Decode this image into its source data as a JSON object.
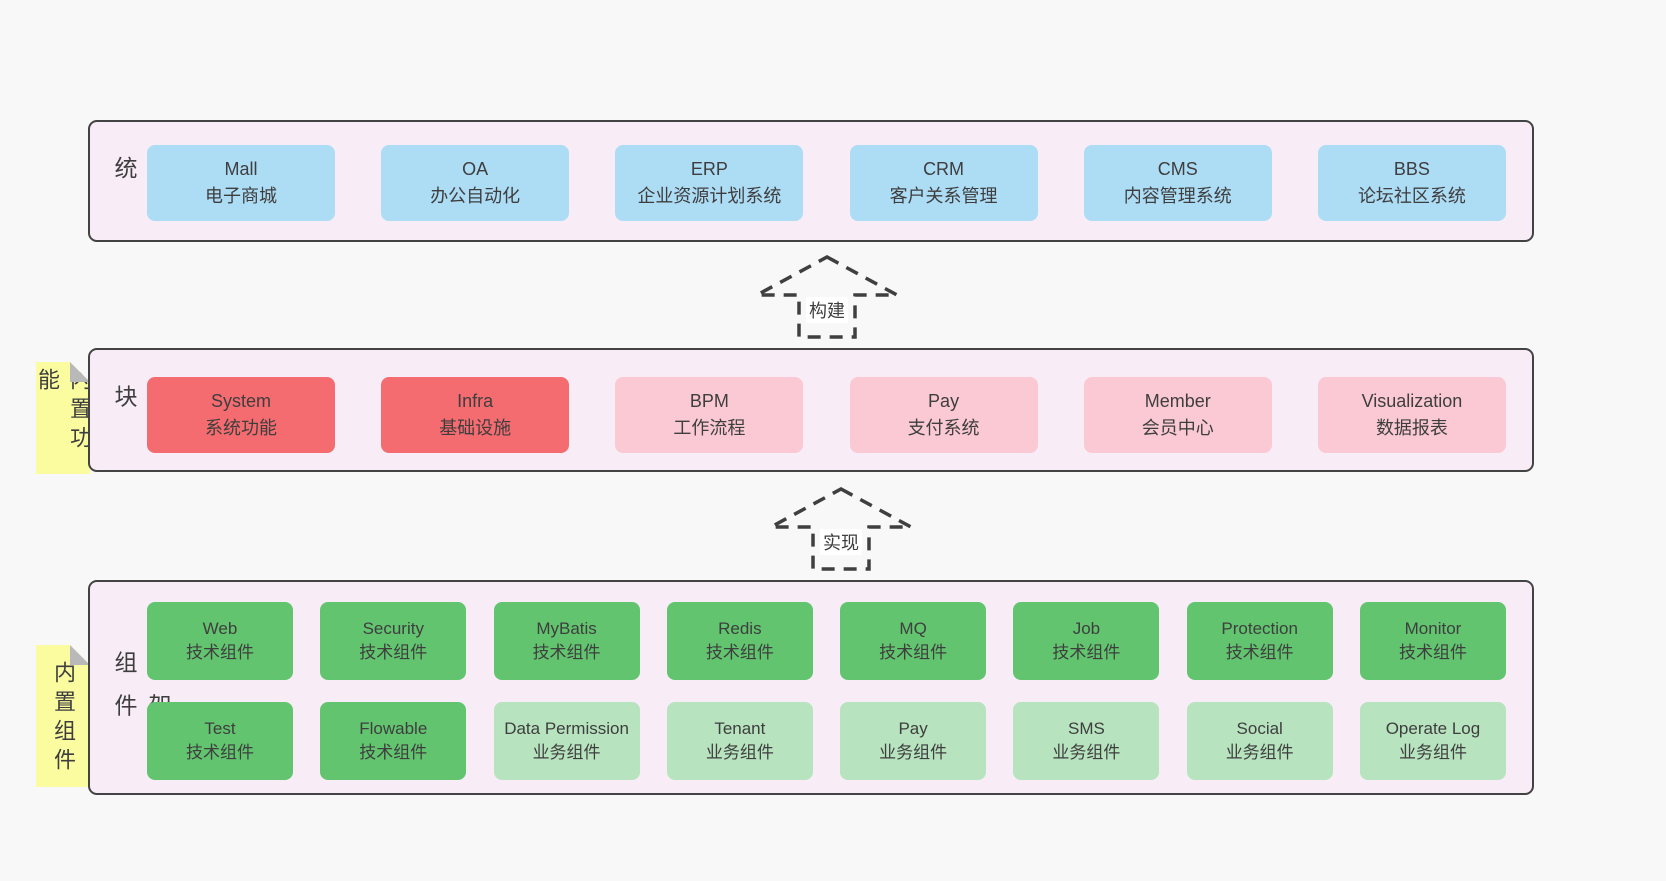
{
  "colors": {
    "page_bg": "#f8f8f8",
    "panel_bg": "#f8edf6",
    "panel_border": "#434343",
    "box_blue": "#addcf5",
    "box_red": "#f46b70",
    "box_pink": "#fac9d3",
    "box_green": "#62c46f",
    "box_light_green": "#b7e3bf",
    "tab_yellow": "#fbfba0",
    "tab_fold_gray": "#b9b9b9",
    "text": "#3e3e3e"
  },
  "panels": {
    "business": {
      "label": "业务系统",
      "boxes": [
        {
          "name": "Mall",
          "subtitle": "电子商城"
        },
        {
          "name": "OA",
          "subtitle": "办公自动化"
        },
        {
          "name": "ERP",
          "subtitle": "企业资源计划系统"
        },
        {
          "name": "CRM",
          "subtitle": "客户关系管理"
        },
        {
          "name": "CMS",
          "subtitle": "内容管理系统"
        },
        {
          "name": "BBS",
          "subtitle": "论坛社区系统"
        }
      ]
    },
    "modules": {
      "label": "通用模块",
      "tab": "内置功能",
      "boxes": [
        {
          "name": "System",
          "subtitle": "系统功能"
        },
        {
          "name": "Infra",
          "subtitle": "基础设施"
        },
        {
          "name": "BPM",
          "subtitle": "工作流程"
        },
        {
          "name": "Pay",
          "subtitle": "支付系统"
        },
        {
          "name": "Member",
          "subtitle": "会员中心"
        },
        {
          "name": "Visualization",
          "subtitle": "数据报表"
        }
      ]
    },
    "framework": {
      "label": "框架组件",
      "tab": "内置组件",
      "row1": [
        {
          "name": "Web",
          "subtitle": "技术组件"
        },
        {
          "name": "Security",
          "subtitle": "技术组件"
        },
        {
          "name": "MyBatis",
          "subtitle": "技术组件"
        },
        {
          "name": "Redis",
          "subtitle": "技术组件"
        },
        {
          "name": "MQ",
          "subtitle": "技术组件"
        },
        {
          "name": "Job",
          "subtitle": "技术组件"
        },
        {
          "name": "Protection",
          "subtitle": "技术组件"
        },
        {
          "name": "Monitor",
          "subtitle": "技术组件"
        }
      ],
      "row2": [
        {
          "name": "Test",
          "subtitle": "技术组件"
        },
        {
          "name": "Flowable",
          "subtitle": "技术组件"
        },
        {
          "name": "Data Permission",
          "subtitle": "业务组件"
        },
        {
          "name": "Tenant",
          "subtitle": "业务组件"
        },
        {
          "name": "Pay",
          "subtitle": "业务组件"
        },
        {
          "name": "SMS",
          "subtitle": "业务组件"
        },
        {
          "name": "Social",
          "subtitle": "业务组件"
        },
        {
          "name": "Operate Log",
          "subtitle": "业务组件"
        }
      ]
    }
  },
  "arrows": {
    "build": {
      "label": "构建"
    },
    "implement": {
      "label": "实现"
    }
  }
}
